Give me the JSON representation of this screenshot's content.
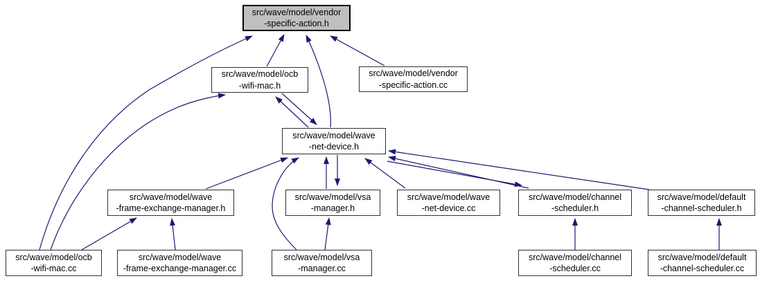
{
  "diagram": {
    "kind": "include-dependency-graph",
    "root_file": "src/wave/model/vendor-specific-action.h",
    "nodes": {
      "vendor_specific_action_h": {
        "file": "src/wave/model/vendor-specific-action.h",
        "line1": "src/wave/model/vendor",
        "line2": "-specific-action.h"
      },
      "ocb_wifi_mac_h": {
        "file": "src/wave/model/ocb-wifi-mac.h",
        "line1": "src/wave/model/ocb",
        "line2": "-wifi-mac.h"
      },
      "vendor_specific_action_cc": {
        "file": "src/wave/model/vendor-specific-action.cc",
        "line1": "src/wave/model/vendor",
        "line2": "-specific-action.cc"
      },
      "wave_net_device_h": {
        "file": "src/wave/model/wave-net-device.h",
        "line1": "src/wave/model/wave",
        "line2": "-net-device.h"
      },
      "wave_frame_exchange_manager_h": {
        "file": "src/wave/model/wave-frame-exchange-manager.h",
        "line1": "src/wave/model/wave",
        "line2": "-frame-exchange-manager.h"
      },
      "vsa_manager_h": {
        "file": "src/wave/model/vsa-manager.h",
        "line1": "src/wave/model/vsa",
        "line2": "-manager.h"
      },
      "wave_net_device_cc": {
        "file": "src/wave/model/wave-net-device.cc",
        "line1": "src/wave/model/wave",
        "line2": "-net-device.cc"
      },
      "channel_scheduler_h": {
        "file": "src/wave/model/channel-scheduler.h",
        "line1": "src/wave/model/channel",
        "line2": "-scheduler.h"
      },
      "default_channel_scheduler_h": {
        "file": "src/wave/model/default-channel-scheduler.h",
        "line1": "src/wave/model/default",
        "line2": "-channel-scheduler.h"
      },
      "ocb_wifi_mac_cc": {
        "file": "src/wave/model/ocb-wifi-mac.cc",
        "line1": "src/wave/model/ocb",
        "line2": "-wifi-mac.cc"
      },
      "wave_frame_exchange_manager_cc": {
        "file": "src/wave/model/wave-frame-exchange-manager.cc",
        "line1": "src/wave/model/wave",
        "line2": "-frame-exchange-manager.cc"
      },
      "vsa_manager_cc": {
        "file": "src/wave/model/vsa-manager.cc",
        "line1": "src/wave/model/vsa",
        "line2": "-manager.cc"
      },
      "channel_scheduler_cc": {
        "file": "src/wave/model/channel-scheduler.cc",
        "line1": "src/wave/model/channel",
        "line2": "-scheduler.cc"
      },
      "default_channel_scheduler_cc": {
        "file": "src/wave/model/default-channel-scheduler.cc",
        "line1": "src/wave/model/default",
        "line2": "-channel-scheduler.cc"
      }
    },
    "edges": [
      {
        "from": "src/wave/model/ocb-wifi-mac.cc",
        "to": "src/wave/model/vendor-specific-action.h"
      },
      {
        "from": "src/wave/model/ocb-wifi-mac.cc",
        "to": "src/wave/model/ocb-wifi-mac.h"
      },
      {
        "from": "src/wave/model/ocb-wifi-mac.cc",
        "to": "src/wave/model/wave-frame-exchange-manager.h"
      },
      {
        "from": "src/wave/model/wave-frame-exchange-manager.cc",
        "to": "src/wave/model/wave-frame-exchange-manager.h"
      },
      {
        "from": "src/wave/model/ocb-wifi-mac.h",
        "to": "src/wave/model/vendor-specific-action.h"
      },
      {
        "from": "src/wave/model/wave-net-device.h",
        "to": "src/wave/model/vendor-specific-action.h"
      },
      {
        "from": "src/wave/model/vendor-specific-action.cc",
        "to": "src/wave/model/vendor-specific-action.h"
      },
      {
        "from": "src/wave/model/wave-net-device.h",
        "to": "src/wave/model/ocb-wifi-mac.h"
      },
      {
        "from": "src/wave/model/ocb-wifi-mac.h",
        "to": "src/wave/model/wave-net-device.h"
      },
      {
        "from": "src/wave/model/wave-frame-exchange-manager.h",
        "to": "src/wave/model/wave-net-device.h"
      },
      {
        "from": "src/wave/model/vsa-manager.cc",
        "to": "src/wave/model/wave-net-device.h"
      },
      {
        "from": "src/wave/model/vsa-manager.cc",
        "to": "src/wave/model/vsa-manager.h"
      },
      {
        "from": "src/wave/model/vsa-manager.h",
        "to": "src/wave/model/wave-net-device.h"
      },
      {
        "from": "src/wave/model/wave-net-device.h",
        "to": "src/wave/model/vsa-manager.h"
      },
      {
        "from": "src/wave/model/wave-net-device.cc",
        "to": "src/wave/model/wave-net-device.h"
      },
      {
        "from": "src/wave/model/channel-scheduler.h",
        "to": "src/wave/model/wave-net-device.h"
      },
      {
        "from": "src/wave/model/wave-net-device.h",
        "to": "src/wave/model/channel-scheduler.h"
      },
      {
        "from": "src/wave/model/default-channel-scheduler.h",
        "to": "src/wave/model/wave-net-device.h"
      },
      {
        "from": "src/wave/model/channel-scheduler.cc",
        "to": "src/wave/model/channel-scheduler.h"
      },
      {
        "from": "src/wave/model/default-channel-scheduler.cc",
        "to": "src/wave/model/default-channel-scheduler.h"
      }
    ]
  },
  "colors": {
    "edge": "#191970",
    "node_fill": "#ffffff",
    "node_border": "#303030",
    "highlight_fill": "#bfbfbf",
    "highlight_border": "#000000"
  }
}
